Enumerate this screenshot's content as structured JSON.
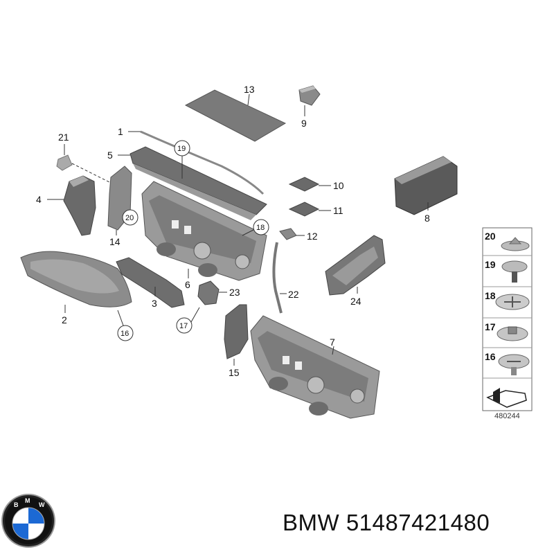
{
  "callouts": {
    "c1": "1",
    "c2": "2",
    "c3": "3",
    "c4": "4",
    "c5": "5",
    "c6": "6",
    "c7": "7",
    "c8": "8",
    "c9": "9",
    "c10": "10",
    "c11": "11",
    "c12": "12",
    "c13": "13",
    "c14": "14",
    "c15": "15",
    "c16": "16",
    "c17": "17",
    "c18": "18",
    "c19": "19",
    "c20": "20",
    "c21": "21",
    "c22": "22",
    "c23": "23",
    "c24": "24"
  },
  "legend": {
    "items": [
      "20",
      "19",
      "18",
      "17",
      "16"
    ]
  },
  "diagram_code": "480244",
  "brand": {
    "logo_letters": "BMW",
    "part_text": "BMW 51487421480"
  }
}
